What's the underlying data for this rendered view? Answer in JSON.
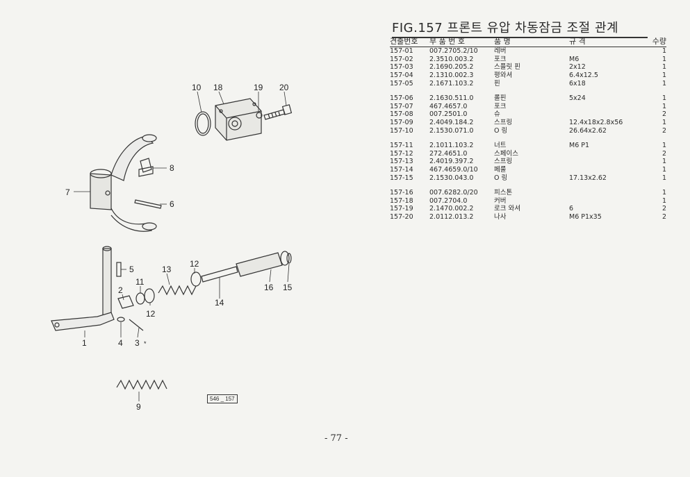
{
  "title": "FIG.157 프론트 유압 차동잠금 조절 관계",
  "headers": {
    "no": "견출번호",
    "part_no": "부 품 번 호",
    "name": "품 명",
    "spec": "규 격",
    "qty": "수량"
  },
  "groups": [
    [
      {
        "no": "157-01",
        "part_no": "007.2705.2/10",
        "name": "레버",
        "spec": "",
        "qty": "1"
      },
      {
        "no": "157-02",
        "part_no": "2.3510.003.2",
        "name": "포크",
        "spec": "M6",
        "qty": "1"
      },
      {
        "no": "157-03",
        "part_no": "2.1690.205.2",
        "name": "스플릿 핀",
        "spec": "2x12",
        "qty": "1"
      },
      {
        "no": "157-04",
        "part_no": "2.1310.002.3",
        "name": "평와셔",
        "spec": "6.4x12.5",
        "qty": "1"
      },
      {
        "no": "157-05",
        "part_no": "2.1671.103.2",
        "name": "핀",
        "spec": "6x18",
        "qty": "1"
      }
    ],
    [
      {
        "no": "157-06",
        "part_no": "2.1630.511.0",
        "name": "롤핀",
        "spec": "5x24",
        "qty": "1"
      },
      {
        "no": "157-07",
        "part_no": "467.4657.0",
        "name": "포크",
        "spec": "",
        "qty": "1"
      },
      {
        "no": "157-08",
        "part_no": "007.2501.0",
        "name": "슈",
        "spec": "",
        "qty": "2"
      },
      {
        "no": "157-09",
        "part_no": "2.4049.184.2",
        "name": "스프링",
        "spec": "12.4x18x2.8x56",
        "qty": "1"
      },
      {
        "no": "157-10",
        "part_no": "2.1530.071.0",
        "name": "O 링",
        "spec": "26.64x2.62",
        "qty": "2"
      }
    ],
    [
      {
        "no": "157-11",
        "part_no": "2.1011.103.2",
        "name": "너트",
        "spec": "M6 P1",
        "qty": "1"
      },
      {
        "no": "157-12",
        "part_no": "272.4651.0",
        "name": "스페이스",
        "spec": "",
        "qty": "2"
      },
      {
        "no": "157-13",
        "part_no": "2.4019.397.2",
        "name": "스프링",
        "spec": "",
        "qty": "1"
      },
      {
        "no": "157-14",
        "part_no": "467.4659.0/10",
        "name": "페룰",
        "spec": "",
        "qty": "1"
      },
      {
        "no": "157-15",
        "part_no": "2.1530.043.0",
        "name": "O 링",
        "spec": "17.13x2.62",
        "qty": "1"
      }
    ],
    [
      {
        "no": "157-16",
        "part_no": "007.6282.0/20",
        "name": "피스톤",
        "spec": "",
        "qty": "1"
      },
      {
        "no": "157-18",
        "part_no": "007.2704.0",
        "name": "커버",
        "spec": "",
        "qty": "1"
      },
      {
        "no": "157-19",
        "part_no": "2.1470.002.2",
        "name": "로크 와셔",
        "spec": "6",
        "qty": "2"
      },
      {
        "no": "157-20",
        "part_no": "2.0112.013.2",
        "name": "나사",
        "spec": "M6 P1x35",
        "qty": "2"
      }
    ]
  ],
  "callouts": [
    "10",
    "18",
    "19",
    "20",
    "8",
    "7",
    "6",
    "5",
    "13",
    "12",
    "11",
    "2",
    "12",
    "16",
    "15",
    "14",
    "1",
    "4",
    "3",
    "9"
  ],
  "star": "*",
  "figure_code": "546 _ 157",
  "page_number": "- 77 -"
}
